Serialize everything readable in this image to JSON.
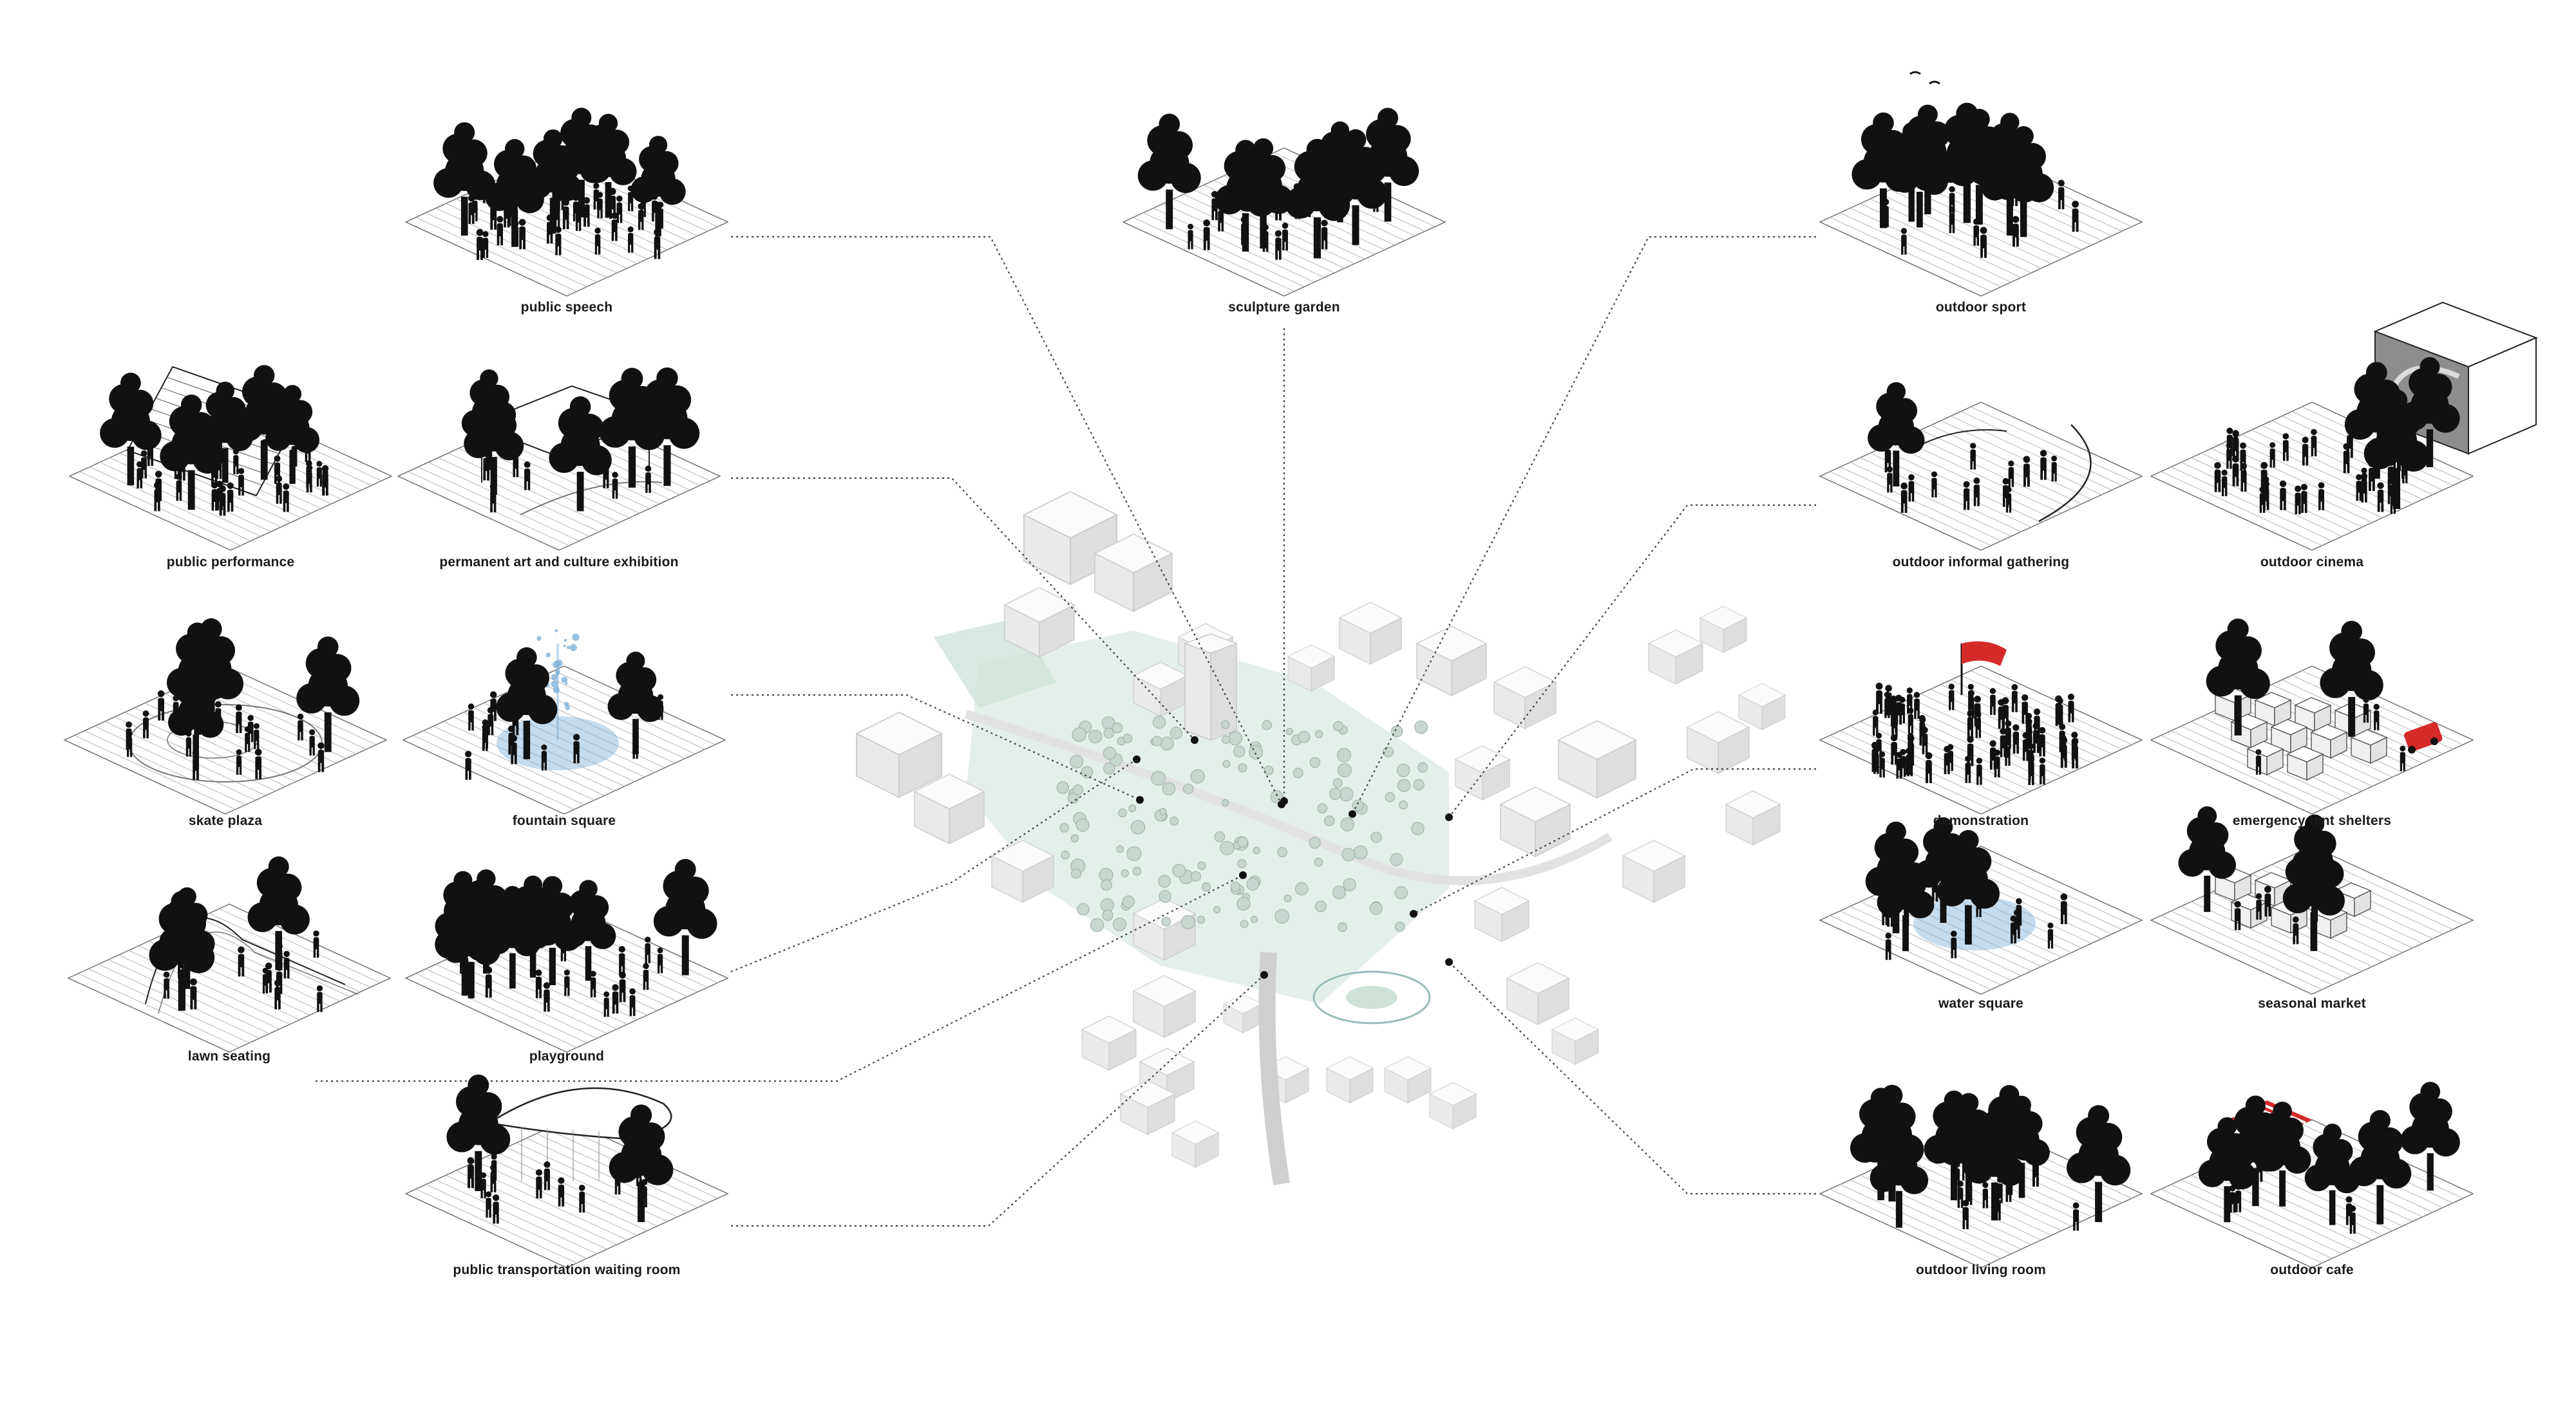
{
  "activities": [
    {
      "id": "public-speech",
      "label": "public speech"
    },
    {
      "id": "public-performance",
      "label": "public performance"
    },
    {
      "id": "permanent-art",
      "label": "permanent art and culture exhibition"
    },
    {
      "id": "skate-plaza",
      "label": "skate plaza"
    },
    {
      "id": "fountain-square",
      "label": "fountain square"
    },
    {
      "id": "lawn-seating",
      "label": "lawn seating"
    },
    {
      "id": "playground",
      "label": "playground"
    },
    {
      "id": "transport-waiting",
      "label": "public transportation waiting room"
    },
    {
      "id": "sculpture-garden",
      "label": "sculpture garden"
    },
    {
      "id": "outdoor-sport",
      "label": "outdoor sport"
    },
    {
      "id": "informal-gathering",
      "label": "outdoor informal gathering"
    },
    {
      "id": "outdoor-cinema",
      "label": "outdoor cinema"
    },
    {
      "id": "demonstration",
      "label": "demonstration"
    },
    {
      "id": "tent-shelters",
      "label": "emergency tent shelters"
    },
    {
      "id": "water-square",
      "label": "water square"
    },
    {
      "id": "seasonal-market",
      "label": "seasonal market"
    },
    {
      "id": "living-room",
      "label": "outdoor living room"
    },
    {
      "id": "outdoor-cafe",
      "label": "outdoor cafe"
    }
  ],
  "colors": {
    "ink": "#111111",
    "accent_red": "#d42a2a",
    "water_blue": "#7fb2d9",
    "park_green": "#cfe2d8",
    "building": "#f1f1f1"
  }
}
